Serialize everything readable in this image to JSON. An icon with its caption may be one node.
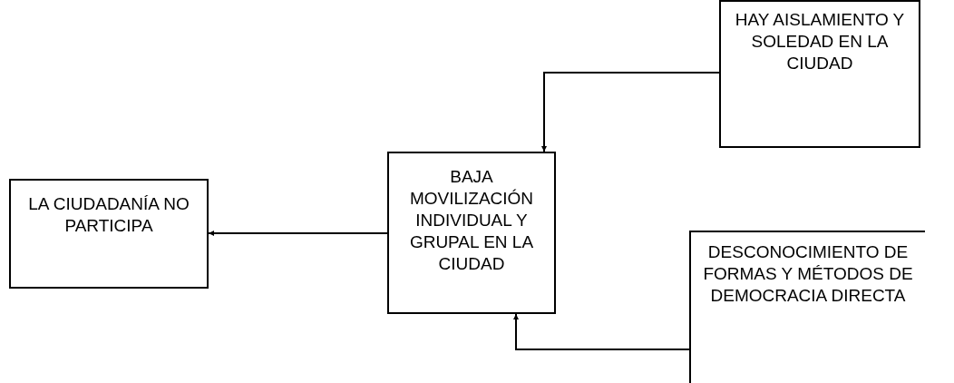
{
  "diagram": {
    "nodes": [
      {
        "text": [
          "LA CIUDADANÍA NO PARTICIPA"
        ]
      },
      {
        "text": [
          "BAJA MOVILIZACIÓN INDIVIDUAL Y GRUPAL EN LA CIUDAD"
        ]
      },
      {
        "text": [
          "HAY AISLAMIENTO Y SOLEDAD EN LA CIUDAD"
        ]
      },
      {
        "text": [
          "DESCONOCIMIENTO DE FORMAS Y MÉTODOS DE DEMOCRACIA DIRECTA"
        ]
      }
    ],
    "edges": [
      {
        "from": 2,
        "to": 1,
        "arrow": "to"
      },
      {
        "from": 1,
        "to": 0,
        "arrow": "to"
      },
      {
        "from": 3,
        "to": 1,
        "arrow": "to"
      }
    ]
  }
}
